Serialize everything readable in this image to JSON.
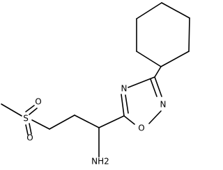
{
  "diagram": {
    "type": "skeletal-structure",
    "atom_labels": {
      "ring_n_upper": "N",
      "ring_n_lower": "N",
      "ring_o": "O",
      "sulfur": "S",
      "sulfonyl_o_upper": "O",
      "sulfonyl_o_lower": "O",
      "amine": "NH2"
    },
    "colors": {
      "bond": "#000000",
      "label": "#000000",
      "background": "#ffffff"
    }
  }
}
